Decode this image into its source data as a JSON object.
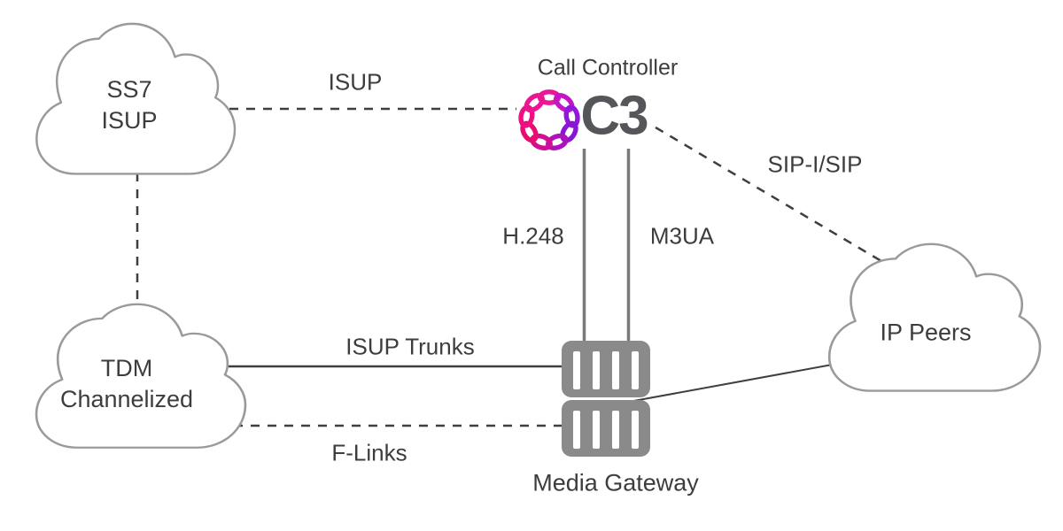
{
  "nodes": {
    "ss7": {
      "line1": "SS7",
      "line2": "ISUP"
    },
    "tdm": {
      "line1": "TDM",
      "line2": "Channelized"
    },
    "ip_peers": {
      "label": "IP Peers"
    },
    "call_controller": {
      "label": "Call Controller",
      "logo_text": "C3"
    },
    "media_gateway": {
      "label": "Media Gateway"
    }
  },
  "links": {
    "isup": {
      "label": "ISUP",
      "style": "dashed"
    },
    "sip": {
      "label": "SIP-I/SIP",
      "style": "dashed"
    },
    "h248": {
      "label": "H.248",
      "style": "solid"
    },
    "m3ua": {
      "label": "M3UA",
      "style": "solid"
    },
    "isup_trunks": {
      "label": "ISUP Trunks",
      "style": "solid"
    },
    "f_links": {
      "label": "F-Links",
      "style": "dashed"
    },
    "ss7_tdm": {
      "label": "",
      "style": "dashed"
    },
    "mg_ip": {
      "label": "",
      "style": "solid"
    }
  },
  "colors": {
    "label_text": "#3d3d3d",
    "c3_text": "#55565a",
    "cloud_stroke": "#9a9a9a",
    "connector": "#3f3f3f",
    "vertical_line": "#7a7a7a",
    "gateway_fill": "#8a8a8a",
    "logo_ring": [
      "#e8189b",
      "#c316c6",
      "#9316dc",
      "#8a14d8",
      "#ae12bc",
      "#d20f8e",
      "#e60f6f",
      "#ec1180",
      "#ed1592"
    ]
  }
}
